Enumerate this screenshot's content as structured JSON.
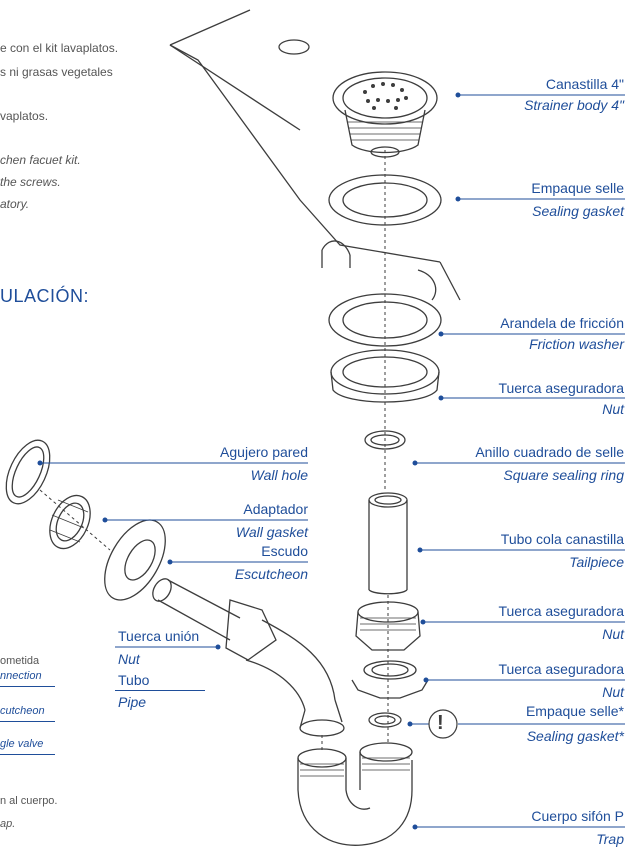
{
  "intro": {
    "es_lines": [
      "e con el kit lavaplatos.",
      "s ni grasas vegetales",
      "vaplatos."
    ],
    "en_lines": [
      "chen facuet kit.",
      "the screws.",
      "atory."
    ]
  },
  "heading": "ULACIÓN:",
  "left_notes": [
    {
      "es": "ometida",
      "en": "nnection"
    },
    {
      "es": "",
      "en": "cutcheon"
    },
    {
      "es": "",
      "en": "gle valve"
    }
  ],
  "bottom_note": {
    "es": "n al cuerpo.",
    "en": "ap."
  },
  "labels": {
    "strainer": {
      "es": "Canastilla 4\"",
      "en": "Strainer body 4\""
    },
    "sealing_gasket": {
      "es": "Empaque selle",
      "en": "Sealing gasket"
    },
    "friction_washer": {
      "es": "Arandela de fricción",
      "en": "Friction washer"
    },
    "nut_top": {
      "es": "Tuerca aseguradora",
      "en": "Nut"
    },
    "square_ring": {
      "es": "Anillo cuadrado de selle",
      "en": "Square sealing ring"
    },
    "tailpiece": {
      "es": "Tubo cola canastilla",
      "en": "Tailpiece"
    },
    "nut_mid": {
      "es": "Tuerca aseguradora",
      "en": "Nut"
    },
    "nut_low": {
      "es": "Tuerca aseguradora",
      "en": "Nut"
    },
    "sealing_gasket_star": {
      "es": "Empaque selle*",
      "en": "Sealing gasket*"
    },
    "trap": {
      "es": "Cuerpo sifón P",
      "en": "Trap"
    },
    "wall_hole": {
      "es": "Agujero pared",
      "en": "Wall hole"
    },
    "adapter": {
      "es": "Adaptador",
      "en": "Wall gasket"
    },
    "escutcheon": {
      "es": "Escudo",
      "en": "Escutcheon"
    },
    "union_nut": {
      "es": "Tuerca unión",
      "en": "Nut"
    },
    "pipe": {
      "es": "Tubo",
      "en": "Pipe"
    }
  },
  "warning_symbol": "!",
  "colors": {
    "accent": "#1f4e9a",
    "line": "#3d3d3d",
    "text_gray": "#555555"
  }
}
